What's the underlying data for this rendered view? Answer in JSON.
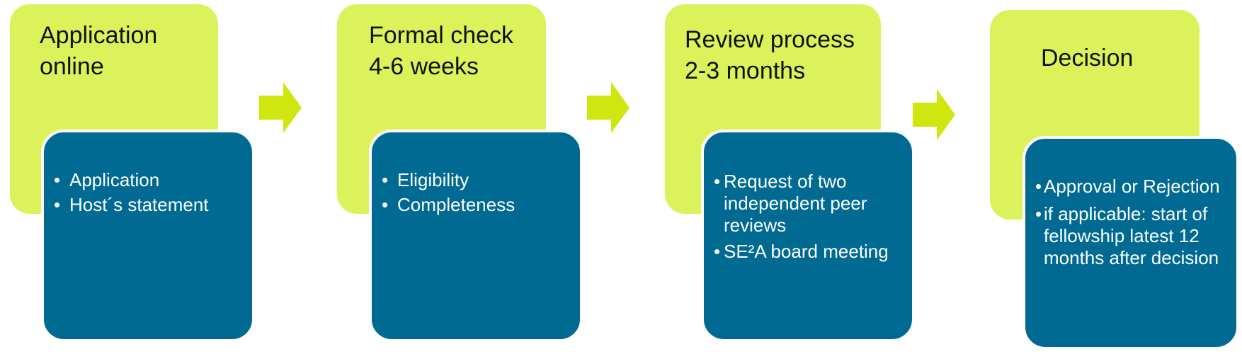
{
  "colors": {
    "step_fill": "#dcf25a",
    "detail_fill": "#006a93",
    "arrow_fill": "#cfe60f",
    "text_dark": "#111111",
    "text_light": "#ffffff"
  },
  "stages": [
    {
      "title": "Application\nonline",
      "details": [
        "Application",
        "Host´s statement"
      ]
    },
    {
      "title": "Formal check\n4-6 weeks",
      "details": [
        "Eligibility",
        "Completeness"
      ]
    },
    {
      "title": "Review process\n2-3 months",
      "details": [
        "Request of two independent peer reviews",
        "SE²A board meeting"
      ]
    },
    {
      "title": "Decision",
      "details": [
        "Approval or Rejection",
        "if applicable: start of fellowship latest 12 months after decision"
      ]
    }
  ]
}
